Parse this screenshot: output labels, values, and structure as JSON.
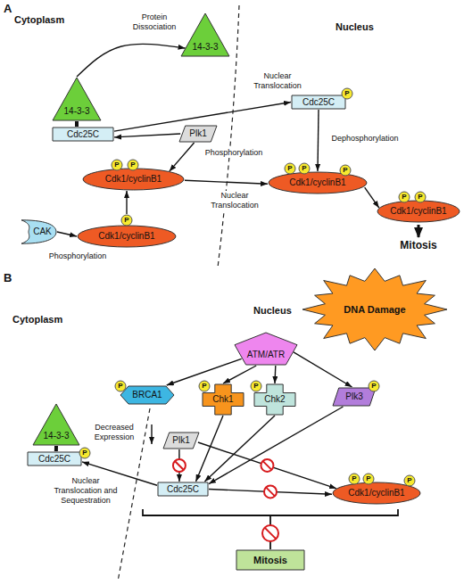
{
  "diagram": {
    "nodes": [
      {
        "text": [
          "14-3-3"
        ]
      },
      {
        "text": [
          "14-3-3"
        ]
      },
      {
        "text": [
          "Cdc25C"
        ]
      },
      {
        "text": [
          "Cdc25C"
        ]
      },
      {
        "text": [
          "P"
        ]
      },
      {
        "text": [
          "Plk1"
        ]
      },
      {
        "text": [
          "Cdk1/cyclinB1"
        ]
      },
      {
        "text": [
          "P"
        ]
      },
      {
        "text": [
          "P"
        ]
      },
      {
        "text": [
          "Cdk1/cyclinB1"
        ]
      },
      {
        "text": [
          "P"
        ]
      },
      {
        "text": [
          "P"
        ]
      },
      {
        "text": [
          "P"
        ]
      },
      {
        "text": [
          "Cdk1/cyclinB1"
        ]
      },
      {
        "text": [
          "P"
        ]
      },
      {
        "text": [
          "P"
        ]
      },
      {
        "text": [
          "CAK"
        ]
      },
      {
        "text": [
          "Cdk1/cyclinB1"
        ]
      },
      {
        "text": [
          "P"
        ]
      },
      {
        "text": [
          "DNA Damage"
        ]
      },
      {
        "text": [
          "ATM/ATR"
        ]
      },
      {
        "text": [
          "BRCA1"
        ]
      },
      {
        "text": [
          "P"
        ]
      },
      {
        "text": [
          "Chk1"
        ]
      },
      {
        "text": [
          "P"
        ]
      },
      {
        "text": [
          "Chk2"
        ]
      },
      {
        "text": [
          "P"
        ]
      },
      {
        "text": [
          "Plk3"
        ]
      },
      {
        "text": [
          "P"
        ]
      },
      {
        "text": [
          "14-3-3"
        ]
      },
      {
        "text": [
          "Cdc25C"
        ]
      },
      {
        "text": [
          "P"
        ]
      },
      {
        "text": [
          "Plk1"
        ]
      },
      {
        "text": [
          "Cdc25C"
        ]
      },
      {
        "text": [
          "Cdk1/cyclinB1"
        ]
      },
      {
        "text": [
          "P"
        ]
      },
      {
        "text": [
          "P"
        ]
      },
      {
        "text": [
          "P"
        ]
      },
      {
        "text": [
          "Mitosis"
        ]
      }
    ],
    "edges": [
      {
        "from": 1,
        "to": 0,
        "arrow": "to",
        "label": "Protein Dissociation"
      },
      {
        "from": 2,
        "to": 3,
        "arrow": "to",
        "label": "Nuclear Translocation"
      },
      {
        "from": 5,
        "to": 2,
        "arrow": "to"
      },
      {
        "from": 5,
        "to": 6,
        "arrow": "to",
        "label": "Phosphorylation"
      },
      {
        "from": 16,
        "to": 17,
        "arrow": "to",
        "label": "Phosphorylation"
      },
      {
        "from": 18,
        "to": 6,
        "arrow": "to"
      },
      {
        "from": 3,
        "to": 9,
        "arrow": "to",
        "label": "Dephosphorylation"
      },
      {
        "from": 6,
        "to": 9,
        "arrow": "to",
        "label": "Nuclear Translocation"
      },
      {
        "from": 9,
        "to": 13,
        "arrow": "to"
      },
      {
        "from": 1,
        "to": 2,
        "arrow": "none"
      },
      {
        "from": 20,
        "to": 21,
        "arrow": "to"
      },
      {
        "from": 20,
        "to": 23,
        "arrow": "to"
      },
      {
        "from": 20,
        "to": 25,
        "arrow": "to"
      },
      {
        "from": 20,
        "to": 27,
        "arrow": "to"
      },
      {
        "from": 23,
        "to": 33,
        "arrow": "to"
      },
      {
        "from": 25,
        "to": 33,
        "arrow": "to"
      },
      {
        "from": 27,
        "to": 33,
        "arrow": "to"
      },
      {
        "from": 32,
        "to": 33,
        "arrow": "to"
      },
      {
        "from": 32,
        "to": 34,
        "arrow": "to"
      },
      {
        "from": 33,
        "to": 34,
        "arrow": "to"
      },
      {
        "from": 33,
        "to": 30,
        "arrow": "to",
        "label": "Nuclear Translocation and Sequestration"
      },
      {
        "from": 29,
        "to": 30,
        "arrow": "none"
      }
    ],
    "labels": [
      "A",
      "Cytoplasm",
      "Nucleus",
      "Mitosis",
      "B",
      "Nucleus",
      "Cytoplasm",
      "Decreased Expression"
    ]
  }
}
